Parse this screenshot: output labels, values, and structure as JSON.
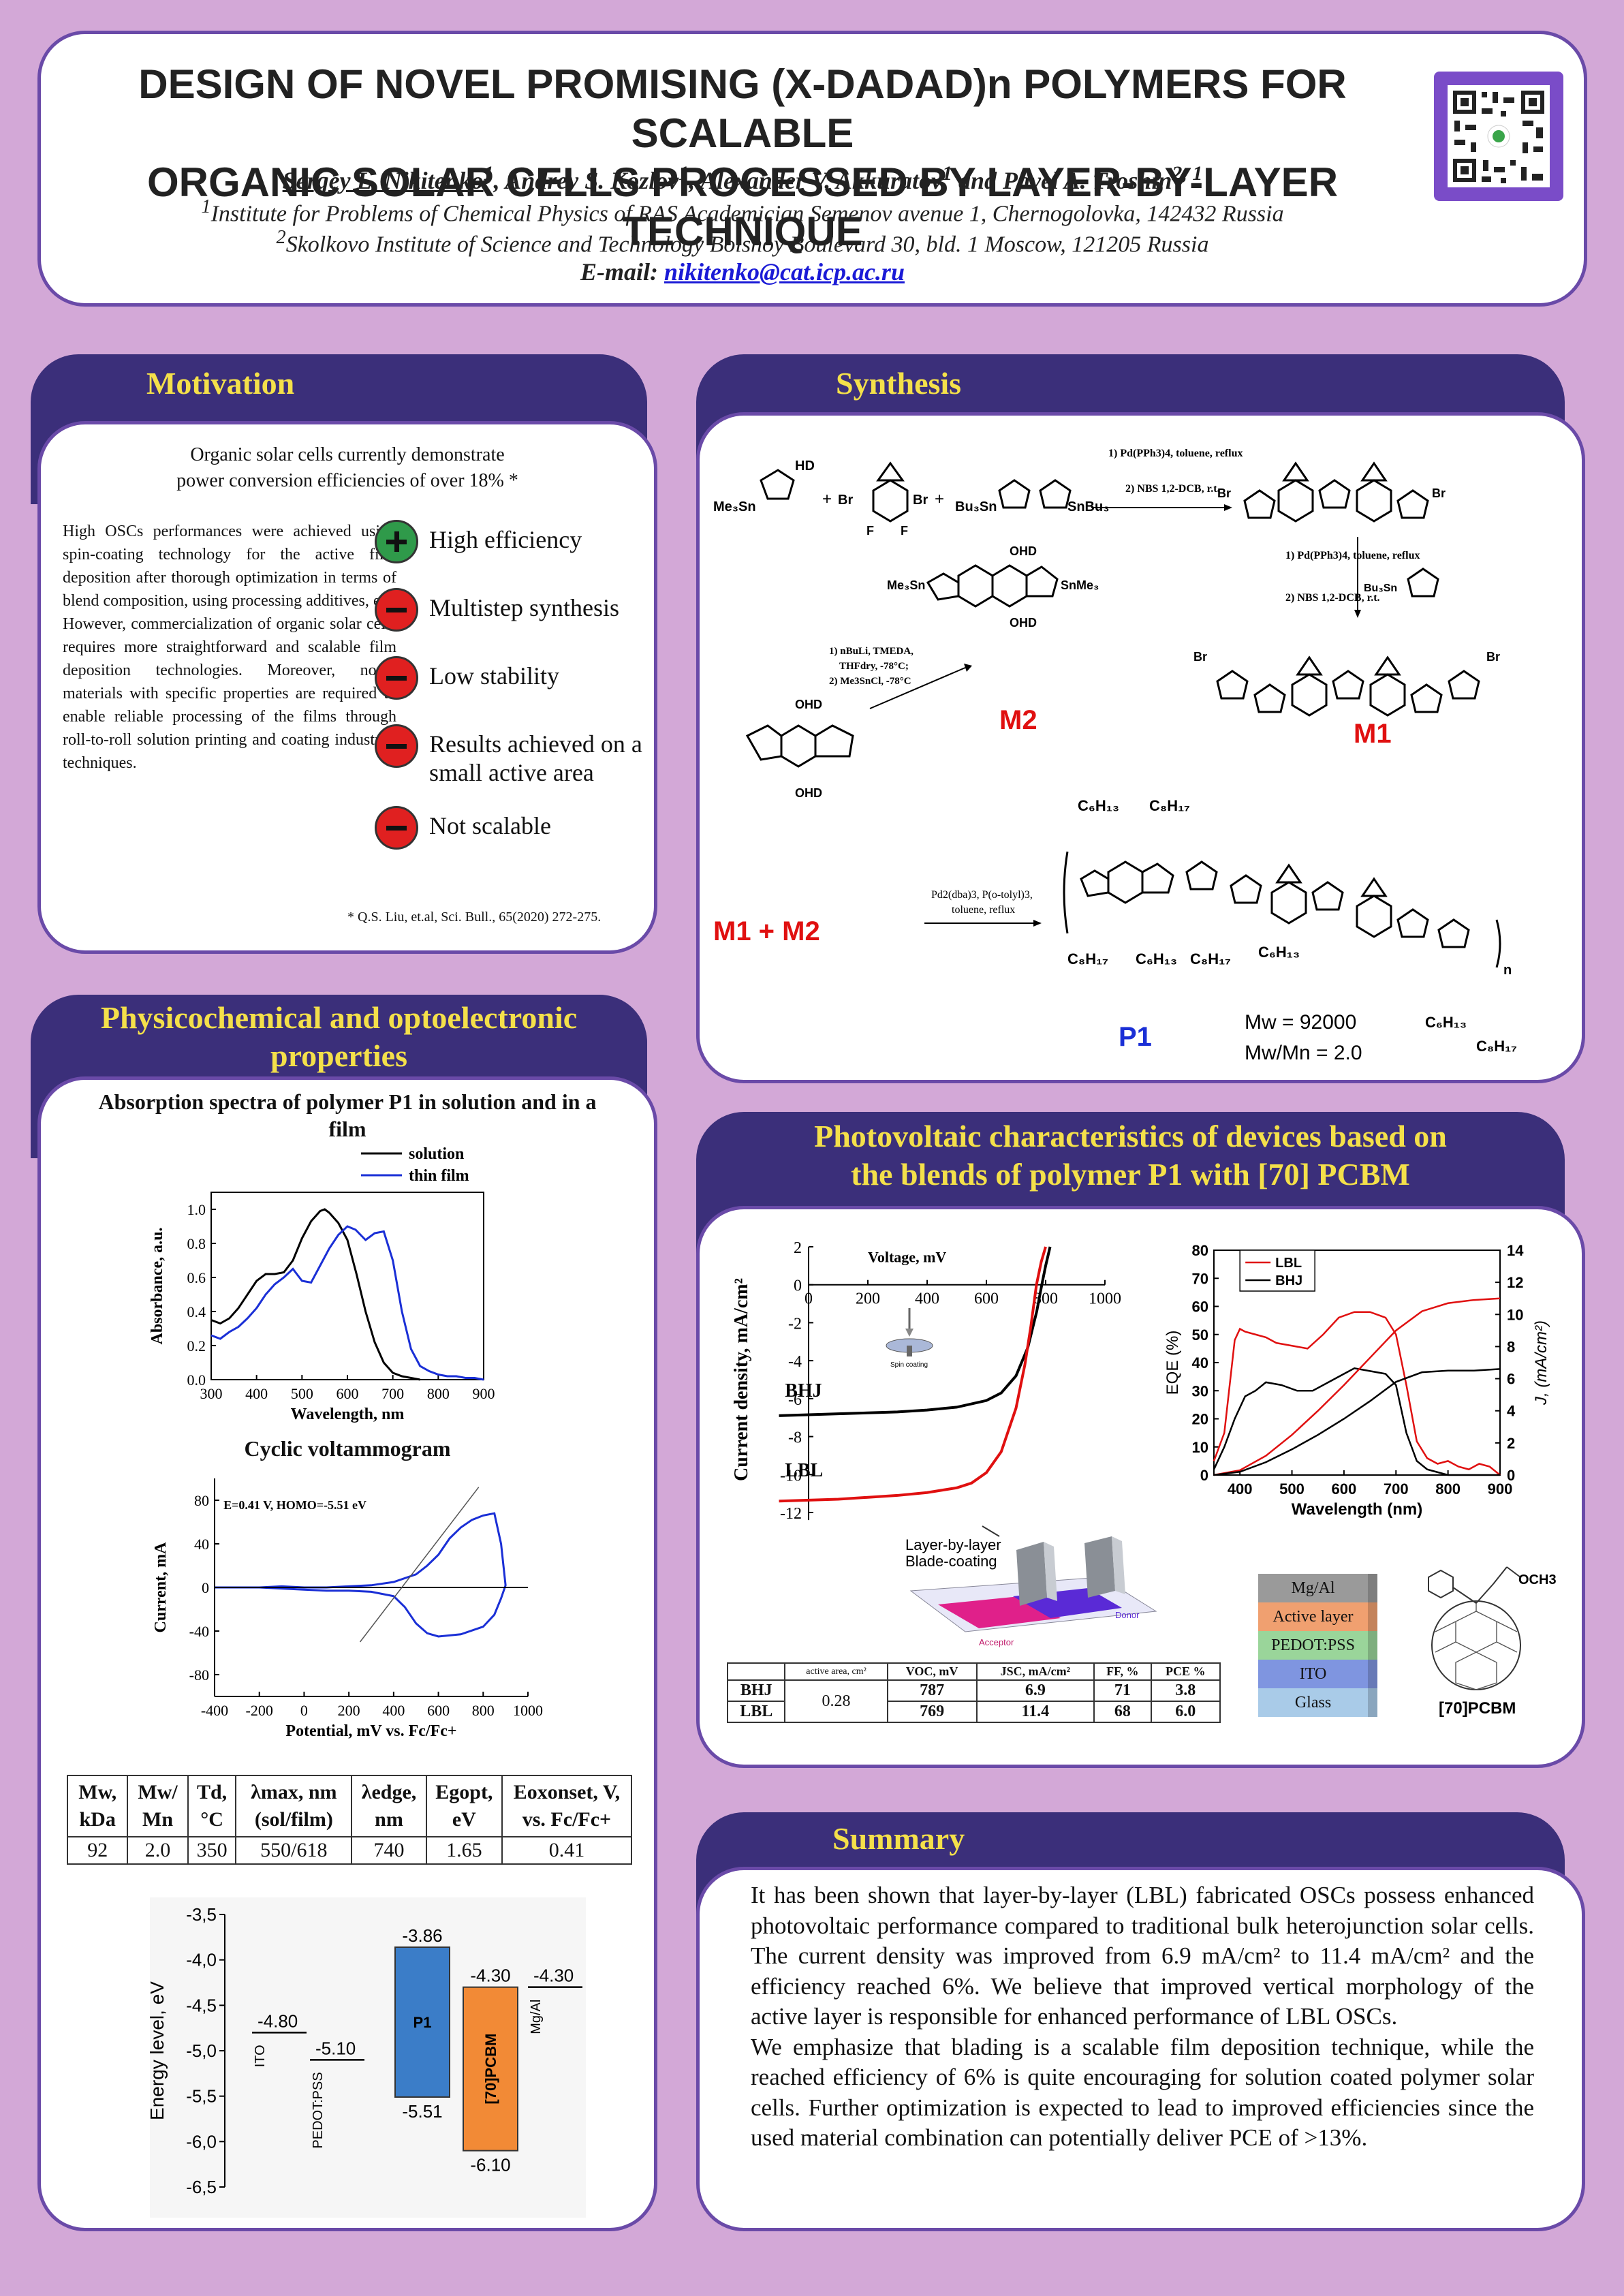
{
  "header": {
    "title_line1": "DESIGN OF NOVEL PROMISING (X-DADAD)n POLYMERS FOR SCALABLE",
    "title_line2": "ORGANIC SOLAR CELLS PROCESSED BY LAYER-BY-LAYER TECHNIQUE",
    "author1": "Sergey L. Nikitenko",
    "author1_sup": "1",
    "authors_rest": ", Andrey S. Kozlov",
    "authors_rest_sup": "1",
    "authors_rest2": ", Alexander V. Akkuratov",
    "authors_rest2_sup": "1",
    "authors_rest3": " and Pavel A. Troshin",
    "authors_rest3_sup": "2, 1",
    "aff1_sup": "1",
    "aff1": "Institute for Problems of Chemical Physics of RAS Academician Semenov avenue 1, Chernogolovka, 142432 Russia",
    "aff2_sup": "2",
    "aff2": "Skolkovo Institute of Science and Technology Bolshoy Boulevard 30, bld. 1 Moscow, 121205 Russia",
    "email_label": "E-mail: ",
    "email": "nikitenko@cat.icp.ac.ru"
  },
  "motivation": {
    "title": "Motivation",
    "lead_line1": "Organic solar cells currently demonstrate",
    "lead_line2": "power conversion efficiencies of over 18% *",
    "body": "High OSCs performances were achieved using spin-coating technology for the active film deposition after thorough optimization in terms of blend composition, using processing additives, etc. However, commercialization of organic solar cells requires more straightforward and scalable film deposition technologies. Moreover, novel materials with specific properties are required to enable reliable processing of the films through roll-to-roll solution printing and coating industrial techniques.",
    "items": [
      {
        "sign": "plus",
        "text": "High  efficiency"
      },
      {
        "sign": "minus",
        "text": "Multistep synthesis"
      },
      {
        "sign": "minus",
        "text": "Low stability"
      },
      {
        "sign": "minus",
        "text": "Results achieved on a small active area"
      },
      {
        "sign": "minus",
        "text": "Not scalable"
      }
    ],
    "reference": "* Q.S. Liu, et.al, Sci. Bull.,  65(2020) 272-275."
  },
  "synthesis": {
    "title": "Synthesis",
    "labels": {
      "m1": "M1",
      "m2": "M2",
      "m1m2": "M1 + M2",
      "p1": "P1"
    },
    "conditions": {
      "c1": "1) Pd(PPh3)4, toluene, reflux",
      "c1b": "2) NBS 1,2-DCB, r.t.",
      "c2": "1) Pd(PPh3)4, toluene, reflux",
      "c2b": "2) NBS 1,2-DCB, r.t.",
      "c3a": "1) nBuLi, TMEDA,",
      "c3b": "THFdry, -78°C;",
      "c3c": "2) Me3SnCl, -78°C",
      "c4a": "Pd2(dba)3, P(o-tolyl)3,",
      "c4b": "toluene, reflux"
    },
    "mw": "Mw = 92000",
    "pdi": "Mw/Mn = 2.0"
  },
  "physico": {
    "title_line1": "Physicochemical and optoelectronic",
    "title_line2": "properties",
    "abs_title": "Absorption spectra of polymer P1 in solution and in a film",
    "cv_title": "Cyclic voltammogram",
    "cv_annotation": "E=0.41 V, HOMO=-5.51 eV",
    "table": {
      "headers": [
        "Mw, kDa",
        "Mw/ Mn",
        "Td, °C",
        "λmax, nm (sol/film)",
        "λedge, nm",
        "Egopt, eV",
        "Eoxonset, V, vs. Fc/Fc+"
      ],
      "values": [
        "92",
        "2.0",
        "350",
        "550/618",
        "740",
        "1.65",
        "0.41"
      ]
    }
  },
  "photovoltaic": {
    "title_line1": "Photovoltaic characteristics of devices based on",
    "title_line2": "the blends of polymer P1 with [70] PCBM",
    "spin_label": "Spin coating",
    "blade_line1": "Layer-by-layer",
    "blade_line2": "Blade-coating",
    "donor_label": "Donor",
    "acceptor_label": "Acceptor",
    "stack": [
      "Mg/Al",
      "Active layer",
      "PEDOT:PSS",
      "ITO",
      "Glass"
    ],
    "stack_colors": [
      "#9a9a9a",
      "#f0a070",
      "#9ad59a",
      "#7f95e0",
      "#a9cbe8"
    ],
    "pcbm_label": "[70]PCBM",
    "pcbm_group": "OCH3",
    "table": {
      "headers": [
        "",
        "active area, cm²",
        "VOC, mV",
        "JSC, mA/cm²",
        "FF, %",
        "PCE %"
      ],
      "rows": [
        {
          "name": "BHJ",
          "voc": "787",
          "jsc": "6.9",
          "ff": "71",
          "pce": "3.8"
        },
        {
          "name": "LBL",
          "voc": "769",
          "jsc": "11.4",
          "ff": "68",
          "pce": "6.0"
        }
      ],
      "area": "0.28"
    }
  },
  "summary": {
    "title": "Summary",
    "para1": "It has been shown that layer-by-layer (LBL) fabricated OSCs possess enhanced photovoltaic performance compared to traditional bulk heterojunction solar cells. The current density was improved from 6.9 mA/cm² to 11.4 mA/cm² and the efficiency reached 6%. We believe that improved vertical morphology of the active layer is responsible for enhanced performance of LBL OSCs.",
    "para2": "We emphasize that blading is a scalable film deposition technique, while the reached efficiency of 6% is quite encouraging for solution coated polymer solar cells. Further optimization is expected to lead to improved efficiencies since the used material combination can potentially deliver PCE of >13%."
  },
  "chart_data": [
    {
      "type": "line",
      "title": "Absorption spectra of polymer P1 in solution and in a film",
      "xlabel": "Wavelength, nm",
      "ylabel": "Absorbance, a.u.",
      "xlim": [
        300,
        900
      ],
      "ylim": [
        0,
        1.1
      ],
      "xticks": [
        300,
        400,
        500,
        600,
        700,
        800,
        900
      ],
      "yticks": [
        0.0,
        0.2,
        0.4,
        0.6,
        0.8,
        1.0
      ],
      "legend": "top-right",
      "series": [
        {
          "name": "solution",
          "color": "#000000",
          "x": [
            300,
            320,
            340,
            360,
            380,
            400,
            420,
            440,
            460,
            480,
            500,
            520,
            540,
            550,
            560,
            580,
            600,
            620,
            640,
            660,
            680,
            700,
            720,
            740,
            760
          ],
          "y": [
            0.35,
            0.33,
            0.36,
            0.42,
            0.5,
            0.58,
            0.62,
            0.62,
            0.63,
            0.7,
            0.83,
            0.93,
            0.99,
            1.0,
            0.98,
            0.92,
            0.82,
            0.62,
            0.4,
            0.22,
            0.1,
            0.04,
            0.02,
            0.01,
            0.0
          ]
        },
        {
          "name": "thin film",
          "color": "#1a2fd6",
          "x": [
            300,
            320,
            340,
            360,
            380,
            400,
            420,
            440,
            460,
            480,
            500,
            520,
            540,
            560,
            580,
            600,
            618,
            640,
            660,
            680,
            700,
            720,
            740,
            760,
            780,
            800,
            820,
            840,
            860,
            880,
            900
          ],
          "y": [
            0.26,
            0.24,
            0.28,
            0.31,
            0.36,
            0.42,
            0.5,
            0.56,
            0.6,
            0.65,
            0.58,
            0.57,
            0.67,
            0.77,
            0.85,
            0.9,
            0.88,
            0.82,
            0.86,
            0.87,
            0.7,
            0.4,
            0.18,
            0.08,
            0.05,
            0.03,
            0.02,
            0.02,
            0.01,
            0.01,
            0.0
          ]
        }
      ]
    },
    {
      "type": "line",
      "title": "Cyclic voltammogram",
      "xlabel": "Potential, mV vs. Fc/Fc+",
      "ylabel": "Current, mA",
      "xlim": [
        -400,
        1000
      ],
      "ylim": [
        -100,
        100
      ],
      "xticks": [
        -400,
        -200,
        0,
        200,
        400,
        600,
        800,
        1000
      ],
      "yticks": [
        -80,
        -40,
        0,
        40,
        80
      ],
      "series": [
        {
          "name": "",
          "color": "#1a2fd6",
          "x": [
            -400,
            -200,
            -100,
            0,
            100,
            200,
            300,
            400,
            500,
            550,
            600,
            650,
            700,
            750,
            800,
            850,
            880,
            900,
            880,
            850,
            800,
            700,
            600,
            550,
            500,
            450,
            400,
            300,
            200,
            100,
            0,
            -100,
            -200,
            -400
          ],
          "y": [
            0,
            0,
            1,
            0,
            0,
            1,
            2,
            5,
            12,
            20,
            30,
            45,
            55,
            62,
            66,
            68,
            40,
            2,
            -10,
            -25,
            -36,
            -43,
            -45,
            -42,
            -33,
            -18,
            -8,
            -4,
            -3,
            -3,
            -2,
            -1,
            0,
            0
          ]
        }
      ],
      "annotation": "E=0.41 V, HOMO=-5.51 eV"
    },
    {
      "type": "bar",
      "title": "",
      "ylabel": "Energy level, eV",
      "ylim": [
        -6.5,
        -3.5
      ],
      "yticks": [
        -3.5,
        -4.0,
        -4.5,
        -5.0,
        -5.5,
        -6.0,
        -6.5
      ],
      "levels": [
        {
          "name": "ITO",
          "value": -4.8,
          "label": "-4.80"
        },
        {
          "name": "PEDOT:PSS",
          "value": -5.1,
          "label": "-5.10"
        },
        {
          "name": "P1",
          "top": -3.86,
          "bottom": -5.51,
          "top_label": "-3.86",
          "bottom_label": "-5.51",
          "color": "#3b7dc8"
        },
        {
          "name": "[70]PCBM",
          "top": -4.3,
          "bottom": -6.1,
          "top_label": "-4.30",
          "bottom_label": "-6.10",
          "color": "#f28a36"
        },
        {
          "name": "Mg/Al",
          "value": -4.3,
          "label": "-4.30"
        }
      ]
    },
    {
      "type": "line",
      "title": "",
      "xlabel": "Voltage, mV",
      "ylabel": "Current density, mA/cm²",
      "xlim": [
        0,
        1000
      ],
      "ylim": [
        -12,
        2
      ],
      "xticks": [
        0,
        200,
        400,
        600,
        800,
        1000
      ],
      "yticks": [
        2,
        0,
        -2,
        -4,
        -6,
        -8,
        -10,
        -12
      ],
      "series": [
        {
          "name": "BHJ",
          "color": "#000000",
          "x": [
            -110,
            0,
            100,
            200,
            300,
            400,
            500,
            600,
            650,
            700,
            740,
            770,
            787,
            800,
            815
          ],
          "y": [
            -6.9,
            -6.85,
            -6.8,
            -6.75,
            -6.7,
            -6.6,
            -6.45,
            -6.1,
            -5.7,
            -4.8,
            -3.3,
            -1.4,
            0,
            1.0,
            2.0
          ]
        },
        {
          "name": "LBL",
          "color": "#e01010",
          "x": [
            -110,
            0,
            100,
            200,
            300,
            400,
            500,
            550,
            600,
            650,
            700,
            730,
            750,
            769,
            785,
            800
          ],
          "y": [
            -11.4,
            -11.35,
            -11.3,
            -11.2,
            -11.1,
            -10.95,
            -10.7,
            -10.45,
            -9.9,
            -8.8,
            -6.5,
            -4.2,
            -2.2,
            0,
            1.2,
            2.0
          ]
        }
      ]
    },
    {
      "type": "line",
      "title": "",
      "xlabel": "Wavelength (nm)",
      "ylabel": "EQE (%)",
      "y2label": "J, (mA/cm²)",
      "xlim": [
        350,
        900
      ],
      "ylim": [
        0,
        80
      ],
      "y2lim": [
        0,
        14
      ],
      "xticks": [
        400,
        500,
        600,
        700,
        800,
        900
      ],
      "yticks": [
        0,
        10,
        20,
        30,
        40,
        50,
        60,
        70,
        80
      ],
      "y2ticks": [
        0,
        2,
        4,
        6,
        8,
        10,
        12,
        14
      ],
      "legend": "top-left",
      "series": [
        {
          "name": "LBL",
          "color": "#e01010",
          "axis": "left",
          "x": [
            350,
            370,
            390,
            400,
            410,
            430,
            450,
            470,
            500,
            530,
            560,
            590,
            620,
            650,
            680,
            700,
            720,
            740,
            760,
            780,
            800,
            820,
            840,
            860,
            880,
            900
          ],
          "y": [
            5,
            15,
            48,
            52,
            51,
            50,
            49,
            47,
            46,
            45,
            50,
            56,
            58,
            58,
            56,
            50,
            32,
            12,
            6,
            4,
            5,
            3,
            2,
            4,
            3,
            0
          ]
        },
        {
          "name": "BHJ",
          "color": "#000000",
          "axis": "left",
          "x": [
            350,
            370,
            390,
            410,
            430,
            450,
            480,
            510,
            540,
            570,
            600,
            620,
            650,
            680,
            700,
            720,
            740,
            760,
            780,
            800,
            850,
            900
          ],
          "y": [
            2,
            10,
            20,
            28,
            30,
            33,
            32,
            30,
            30,
            33,
            36,
            38,
            37,
            36,
            32,
            15,
            5,
            2,
            1,
            0,
            0,
            0
          ]
        },
        {
          "name": "LBL J",
          "color": "#e01010",
          "axis": "right",
          "x": [
            350,
            400,
            450,
            500,
            550,
            600,
            650,
            700,
            750,
            800,
            850,
            900
          ],
          "y": [
            0,
            0.3,
            1.2,
            2.5,
            4.0,
            5.6,
            7.3,
            9.0,
            10.2,
            10.7,
            10.9,
            11.0
          ]
        },
        {
          "name": "BHJ J",
          "color": "#000000",
          "axis": "right",
          "x": [
            350,
            400,
            450,
            500,
            550,
            600,
            650,
            700,
            750,
            800,
            850,
            900
          ],
          "y": [
            0,
            0.2,
            0.8,
            1.6,
            2.5,
            3.5,
            4.6,
            5.8,
            6.4,
            6.5,
            6.5,
            6.6
          ]
        }
      ]
    }
  ]
}
